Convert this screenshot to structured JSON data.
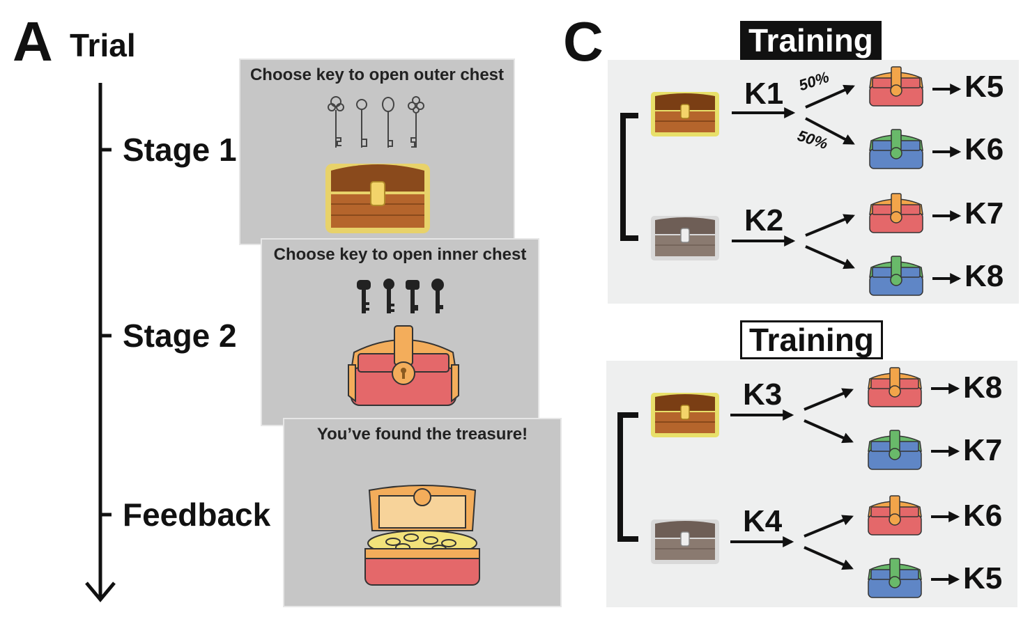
{
  "panel_a": {
    "letter": "A",
    "title": "Trial",
    "stages": {
      "stage1": "Stage 1",
      "stage2": "Stage 2",
      "feedback": "Feedback"
    },
    "screens": {
      "stage1_caption": "Choose key to open outer chest",
      "stage2_caption": "Choose key to open inner chest",
      "feedback_caption": "You’ve found the treasure!"
    }
  },
  "panel_c": {
    "letter": "C",
    "top": {
      "heading": "Training",
      "branch1": {
        "key": "K1",
        "pct_upper": "50%",
        "pct_lower": "50%",
        "outputs": [
          "K5",
          "K6"
        ]
      },
      "branch2": {
        "key": "K2",
        "outputs": [
          "K7",
          "K8"
        ]
      }
    },
    "bottom": {
      "heading": "Training",
      "branch1": {
        "key": "K3",
        "outputs": [
          "K8",
          "K7"
        ]
      },
      "branch2": {
        "key": "K4",
        "outputs": [
          "K6",
          "K5"
        ]
      }
    }
  },
  "colors": {
    "screen_bg": "#c6c6c6",
    "panel_bg": "#eeefef",
    "gold_chest": "#b5652c",
    "silver_chest": "#8a7a70",
    "red_chest": "#e4686a",
    "blue_chest": "#5f86c6",
    "orange_trim": "#f2a54a",
    "green_trim": "#69b96a"
  }
}
